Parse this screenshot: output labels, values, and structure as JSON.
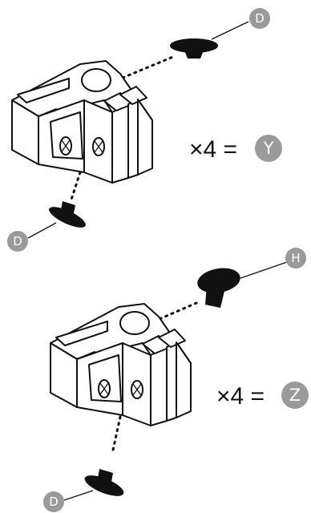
{
  "badge_color": "#9a9a9a",
  "part_color": "#111111",
  "assemblies": [
    {
      "multiplier": "×4 =",
      "result_label": "Y",
      "top_part_label": "D",
      "bottom_part_label": "D"
    },
    {
      "multiplier": "×4 =",
      "result_label": "Z",
      "top_part_label": "H",
      "bottom_part_label": "D"
    }
  ]
}
